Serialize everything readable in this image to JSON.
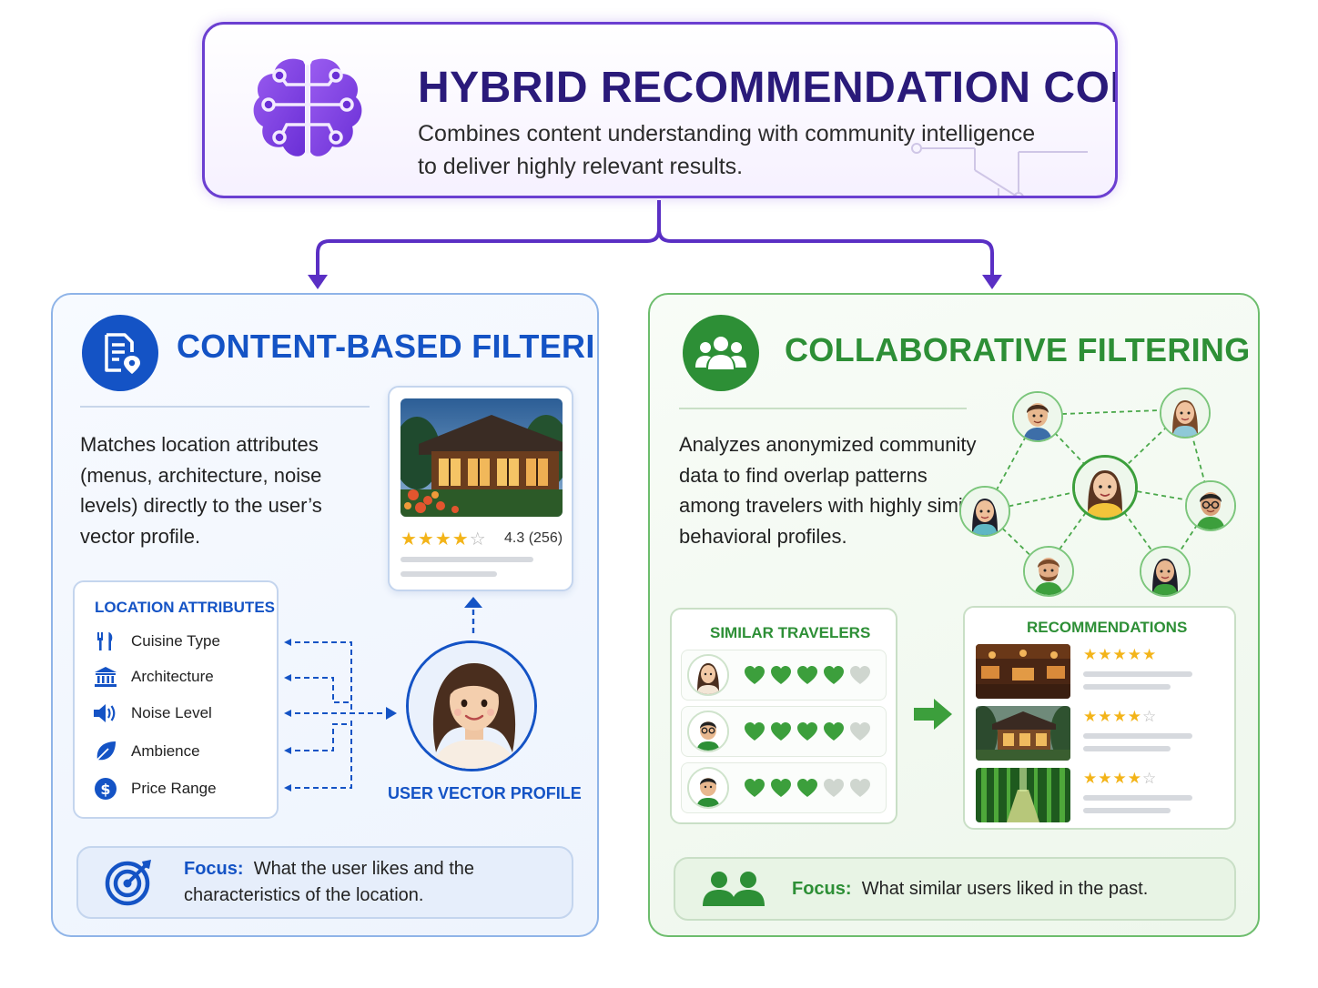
{
  "core": {
    "title": "HYBRID RECOMMENDATION CORE",
    "description": "Combines content understanding with community intelligence to deliver highly relevant results.",
    "icon": "brain-circuit-icon",
    "accent": "#6b3fd1"
  },
  "content_based": {
    "title": "CONTENT-BASED FILTERING",
    "icon": "document-location-icon",
    "accent": "#1453c5",
    "description": "Matches location attributes (menus, architecture, noise levels) directly to the user’s vector profile.",
    "location_card": {
      "stars_filled": "★★★★",
      "stars_empty": "☆",
      "rating": "4.3 (256)"
    },
    "attributes": {
      "title": "LOCATION ATTRIBUTES",
      "items": [
        {
          "label": "Cuisine Type",
          "icon": "fork-knife-icon"
        },
        {
          "label": "Architecture",
          "icon": "building-columns-icon"
        },
        {
          "label": "Noise Level",
          "icon": "speaker-icon"
        },
        {
          "label": "Ambience",
          "icon": "leaf-icon"
        },
        {
          "label": "Price Range",
          "icon": "dollar-icon"
        }
      ]
    },
    "user_profile_label": "USER VECTOR PROFILE",
    "focus": {
      "label": "Focus:",
      "text": "What the user likes and the characteristics of the location."
    }
  },
  "collaborative": {
    "title": "COLLABORATIVE FILTERING",
    "icon": "group-icon",
    "accent": "#2d8f36",
    "description": "Analyzes anonymized community data to find overlap patterns among travelers with highly similar behavioral profiles.",
    "similar_travelers": {
      "title": "SIMILAR TRAVELERS",
      "rows": [
        {
          "hearts_filled": 4,
          "hearts_total": 5
        },
        {
          "hearts_filled": 4,
          "hearts_total": 5
        },
        {
          "hearts_filled": 3,
          "hearts_total": 5
        }
      ]
    },
    "recommendations": {
      "title": "RECOMMENDATIONS",
      "rows": [
        {
          "stars_filled": "★★★★★",
          "stars_empty": ""
        },
        {
          "stars_filled": "★★★★",
          "stars_empty": "☆"
        },
        {
          "stars_filled": "★★★★",
          "stars_empty": "☆"
        }
      ]
    },
    "focus": {
      "label": "Focus:",
      "text": "What similar users liked in the past."
    }
  }
}
